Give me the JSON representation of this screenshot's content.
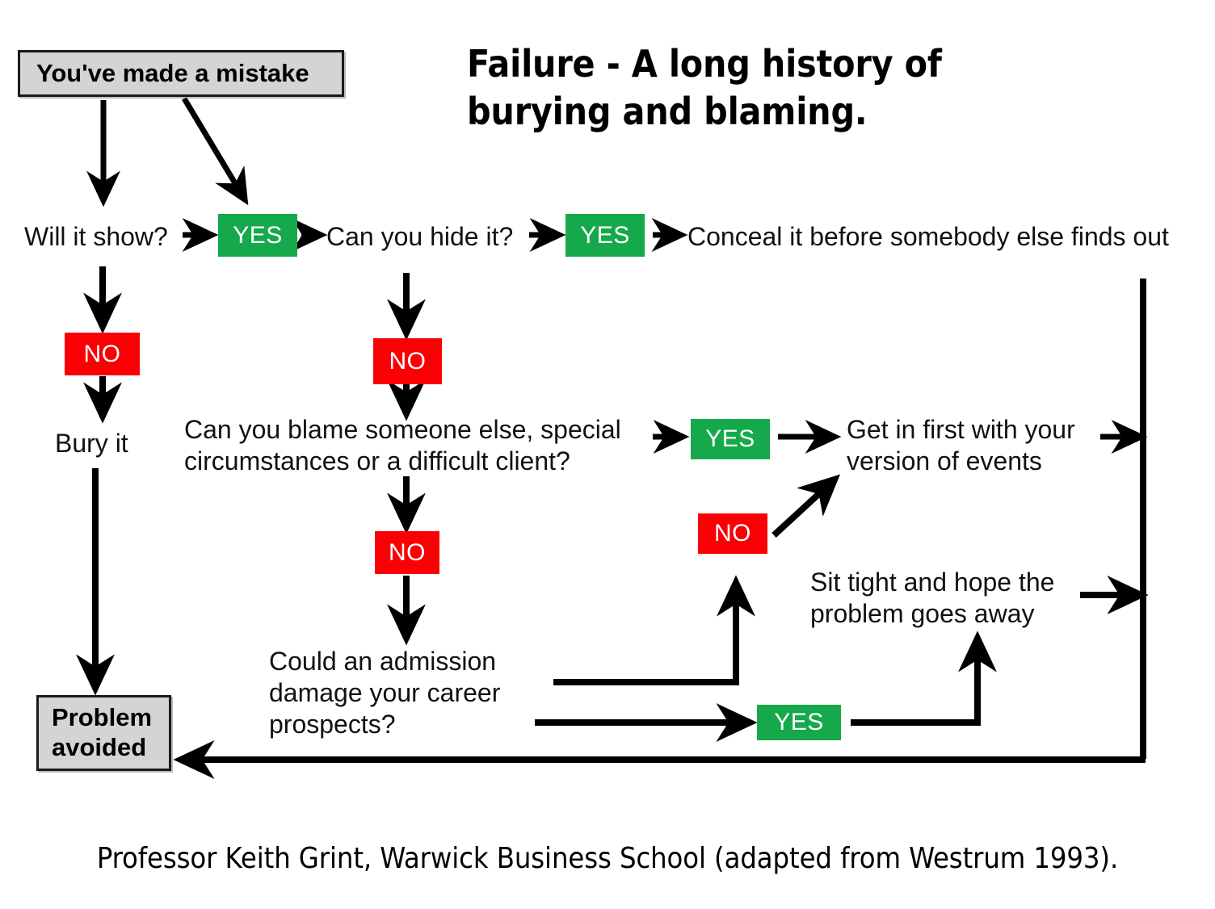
{
  "title": "Failure - A long history of\nburying and blaming.",
  "caption": "Professor Keith Grint, Warwick Business School (adapted from Westrum 1993).",
  "colors": {
    "yes_green": "#15a94b",
    "no_red": "#fa0005",
    "terminal_gray": "#d4d4d4",
    "line_black": "#000000",
    "background": "#ffffff"
  },
  "boxes": {
    "start": "You've made a mistake",
    "end": "Problem\navoided"
  },
  "chips": {
    "yes_1": "YES",
    "yes_2": "YES",
    "yes_3": "YES",
    "yes_4": "YES",
    "no_1": "NO",
    "no_2": "NO",
    "no_3": "NO",
    "no_4": "NO"
  },
  "nodes": {
    "will_it_show": "Will it show?",
    "can_you_hide": "Can you hide it?",
    "conceal": "Conceal it before somebody else finds out",
    "bury_it": "Bury it",
    "blame": "Can you blame someone else, special\ncircumstances or a difficult client?",
    "get_in_first": "Get in first with your\nversion of events",
    "sit_tight": "Sit tight and hope the\nproblem goes away",
    "could_admission": "Could an admission\ndamage your career\nprospects?"
  },
  "chart_data": {
    "type": "diagram",
    "diagram_kind": "flowchart",
    "title": "Failure - A long history of burying and blaming.",
    "nodes": [
      {
        "id": "start",
        "label": "You've made a mistake",
        "shape": "box",
        "fill": "#d4d4d4"
      },
      {
        "id": "will_it_show",
        "label": "Will it show?",
        "shape": "text"
      },
      {
        "id": "yes_1",
        "label": "YES",
        "shape": "chip",
        "fill": "#15a94b"
      },
      {
        "id": "can_you_hide",
        "label": "Can you hide it?",
        "shape": "text"
      },
      {
        "id": "yes_2",
        "label": "YES",
        "shape": "chip",
        "fill": "#15a94b"
      },
      {
        "id": "conceal",
        "label": "Conceal it before somebody else finds out",
        "shape": "text"
      },
      {
        "id": "no_1",
        "label": "NO",
        "shape": "chip",
        "fill": "#fa0005"
      },
      {
        "id": "bury_it",
        "label": "Bury it",
        "shape": "text"
      },
      {
        "id": "no_2",
        "label": "NO",
        "shape": "chip",
        "fill": "#fa0005"
      },
      {
        "id": "blame",
        "label": "Can you blame someone else, special circumstances or a difficult client?",
        "shape": "text"
      },
      {
        "id": "yes_3",
        "label": "YES",
        "shape": "chip",
        "fill": "#15a94b"
      },
      {
        "id": "get_in_first",
        "label": "Get in first with your version of events",
        "shape": "text"
      },
      {
        "id": "no_3",
        "label": "NO",
        "shape": "chip",
        "fill": "#fa0005"
      },
      {
        "id": "sit_tight",
        "label": "Sit tight and hope the problem goes away",
        "shape": "text"
      },
      {
        "id": "no_4",
        "label": "NO",
        "shape": "chip",
        "fill": "#fa0005"
      },
      {
        "id": "could_admission",
        "label": "Could an admission damage your career prospects?",
        "shape": "text"
      },
      {
        "id": "yes_4",
        "label": "YES",
        "shape": "chip",
        "fill": "#15a94b"
      },
      {
        "id": "end",
        "label": "Problem avoided",
        "shape": "box",
        "fill": "#d4d4d4"
      }
    ],
    "edges": [
      {
        "from": "start",
        "to": "will_it_show"
      },
      {
        "from": "start",
        "to": "yes_1"
      },
      {
        "from": "will_it_show",
        "to": "yes_1"
      },
      {
        "from": "yes_1",
        "to": "can_you_hide"
      },
      {
        "from": "can_you_hide",
        "to": "yes_2"
      },
      {
        "from": "yes_2",
        "to": "conceal"
      },
      {
        "from": "will_it_show",
        "to": "no_1"
      },
      {
        "from": "no_1",
        "to": "bury_it"
      },
      {
        "from": "bury_it",
        "to": "end"
      },
      {
        "from": "can_you_hide",
        "to": "no_2"
      },
      {
        "from": "no_2",
        "to": "blame"
      },
      {
        "from": "blame",
        "to": "yes_3"
      },
      {
        "from": "yes_3",
        "to": "get_in_first"
      },
      {
        "from": "no_3",
        "to": "get_in_first"
      },
      {
        "from": "blame",
        "to": "no_4"
      },
      {
        "from": "no_4",
        "to": "could_admission"
      },
      {
        "from": "could_admission",
        "to": "no_3"
      },
      {
        "from": "could_admission",
        "to": "yes_4"
      },
      {
        "from": "yes_4",
        "to": "sit_tight"
      },
      {
        "from": "conceal",
        "to": "end"
      },
      {
        "from": "get_in_first",
        "to": "end"
      },
      {
        "from": "sit_tight",
        "to": "end"
      }
    ]
  }
}
